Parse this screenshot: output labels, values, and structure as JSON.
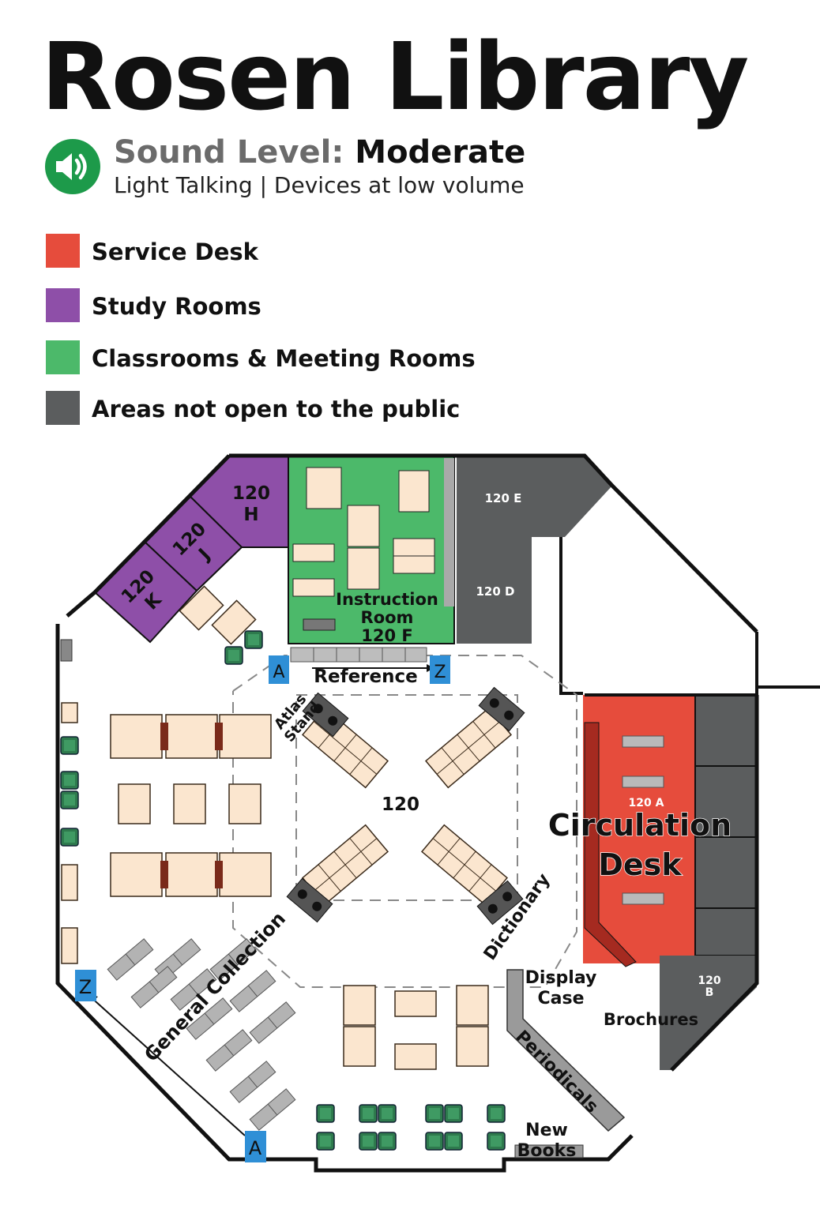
{
  "header": {
    "title": "Rosen Library",
    "sound_label": "Sound Level:",
    "sound_value": "Moderate",
    "sound_description": "Light Talking | Devices at low volume",
    "sound_icon": "speaker-volume-icon"
  },
  "legend": [
    {
      "label": "Service Desk",
      "color": "#e64c3c"
    },
    {
      "label": "Study Rooms",
      "color": "#8e4fa8"
    },
    {
      "label": "Classrooms & Meeting Rooms",
      "color": "#4cb96a"
    },
    {
      "label": "Areas not open to the public",
      "color": "#5b5d5e"
    }
  ],
  "map": {
    "rooms": {
      "room_120h": "120\nH",
      "room_120j": "120\nJ",
      "room_120k": "120\nK",
      "instruction_room": "Instruction\nRoom\n120 F",
      "room_120e": "120 E",
      "room_120d": "120 D",
      "room_120a": "120 A",
      "circulation_desk": "Circulation\nDesk",
      "room_120b": "120\nB",
      "main_room": "120"
    },
    "labels": {
      "reference": "Reference",
      "atlas_stand": "Atlas\nStand",
      "dictionary": "Dictionary",
      "general_collection": "General Collection",
      "display_case": "Display\nCase",
      "brochures": "Brochures",
      "periodicals": "Periodicals",
      "new_books": "New\nBooks"
    },
    "range_markers": {
      "reference_start": "A",
      "reference_end": "Z",
      "collection_start": "A",
      "collection_end": "Z"
    }
  }
}
